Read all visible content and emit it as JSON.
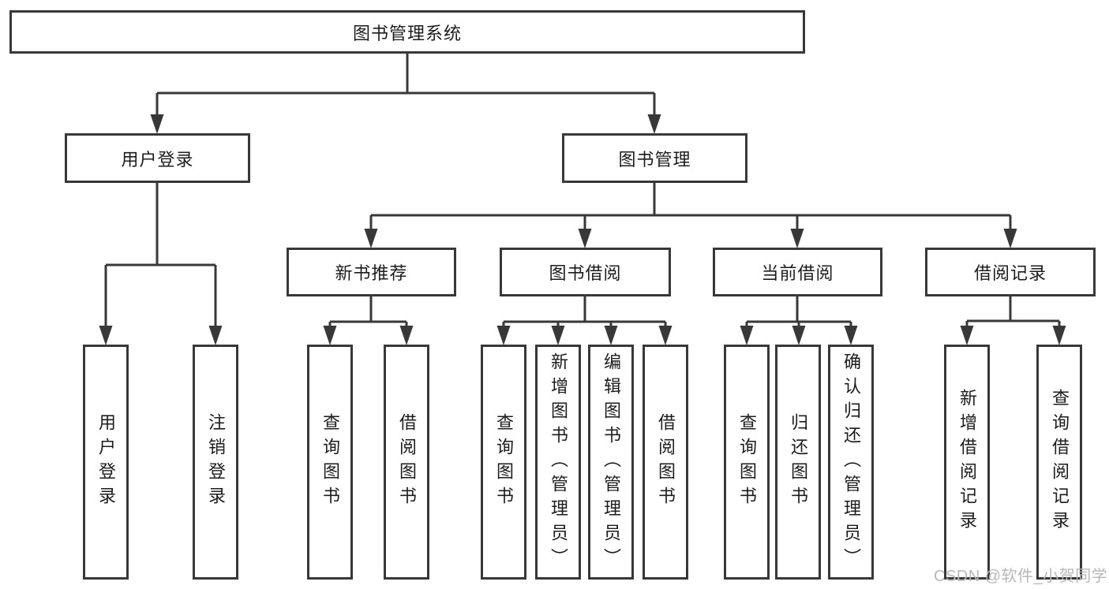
{
  "title": {
    "label": "图书管理系统"
  },
  "tree": {
    "user_login": {
      "label": "用户登录",
      "children": [
        {
          "label": "用户登录"
        },
        {
          "label": "注销登录"
        }
      ]
    },
    "book_management": {
      "label": "图书管理",
      "children": [
        {
          "label": "新书推荐",
          "children": [
            {
              "label": "查询图书"
            },
            {
              "label": "借阅图书"
            }
          ]
        },
        {
          "label": "图书借阅",
          "children": [
            {
              "label": "查询图书"
            },
            {
              "label": "新增图书（管理员）"
            },
            {
              "label": "编辑图书（管理员）"
            },
            {
              "label": "借阅图书"
            }
          ]
        },
        {
          "label": "当前借阅",
          "children": [
            {
              "label": "查询图书"
            },
            {
              "label": "归还图书"
            },
            {
              "label": "确认归还（管理员）"
            }
          ]
        },
        {
          "label": "借阅记录",
          "children": [
            {
              "label": "新增借阅记录"
            },
            {
              "label": "查询借阅记录"
            }
          ]
        }
      ]
    }
  },
  "watermark": {
    "text": "CSDN @软件_小贺同学"
  },
  "colors": {
    "line": "#383838",
    "box_border": "#383838",
    "text": "#1c1c1c",
    "watermark": "#b5b8be",
    "background": "#ffffff"
  }
}
